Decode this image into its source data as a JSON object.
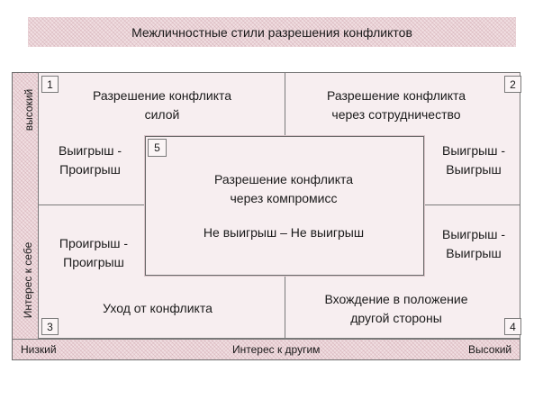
{
  "title": "Межличностные стили разрешения конфликтов",
  "y_axis": {
    "label": "Интерес к себе",
    "high": "высокий"
  },
  "x_axis": {
    "label": "Интерес к другим",
    "low": "Низкий",
    "high": "Высокий"
  },
  "quadrants": [
    {
      "number": "1",
      "style": "Разрешение конфликта\nсилой",
      "outcome": "Выигрыш -\nПроигрыш"
    },
    {
      "number": "2",
      "style": "Разрешение конфликта\nчерез сотрудничество",
      "outcome": "Выигрыш -\nВыигрыш"
    },
    {
      "number": "3",
      "style": "Уход от конфликта",
      "outcome": "Проигрыш -\nПроигрыш"
    },
    {
      "number": "4",
      "style": "Вхождение в положение\nдругой стороны",
      "outcome": "Выигрыш -\nВыигрыш"
    }
  ],
  "center": {
    "number": "5",
    "style": "Разрешение конфликта\nчерез компромисс",
    "outcome": "Не выигрыш – Не выигрыш"
  }
}
